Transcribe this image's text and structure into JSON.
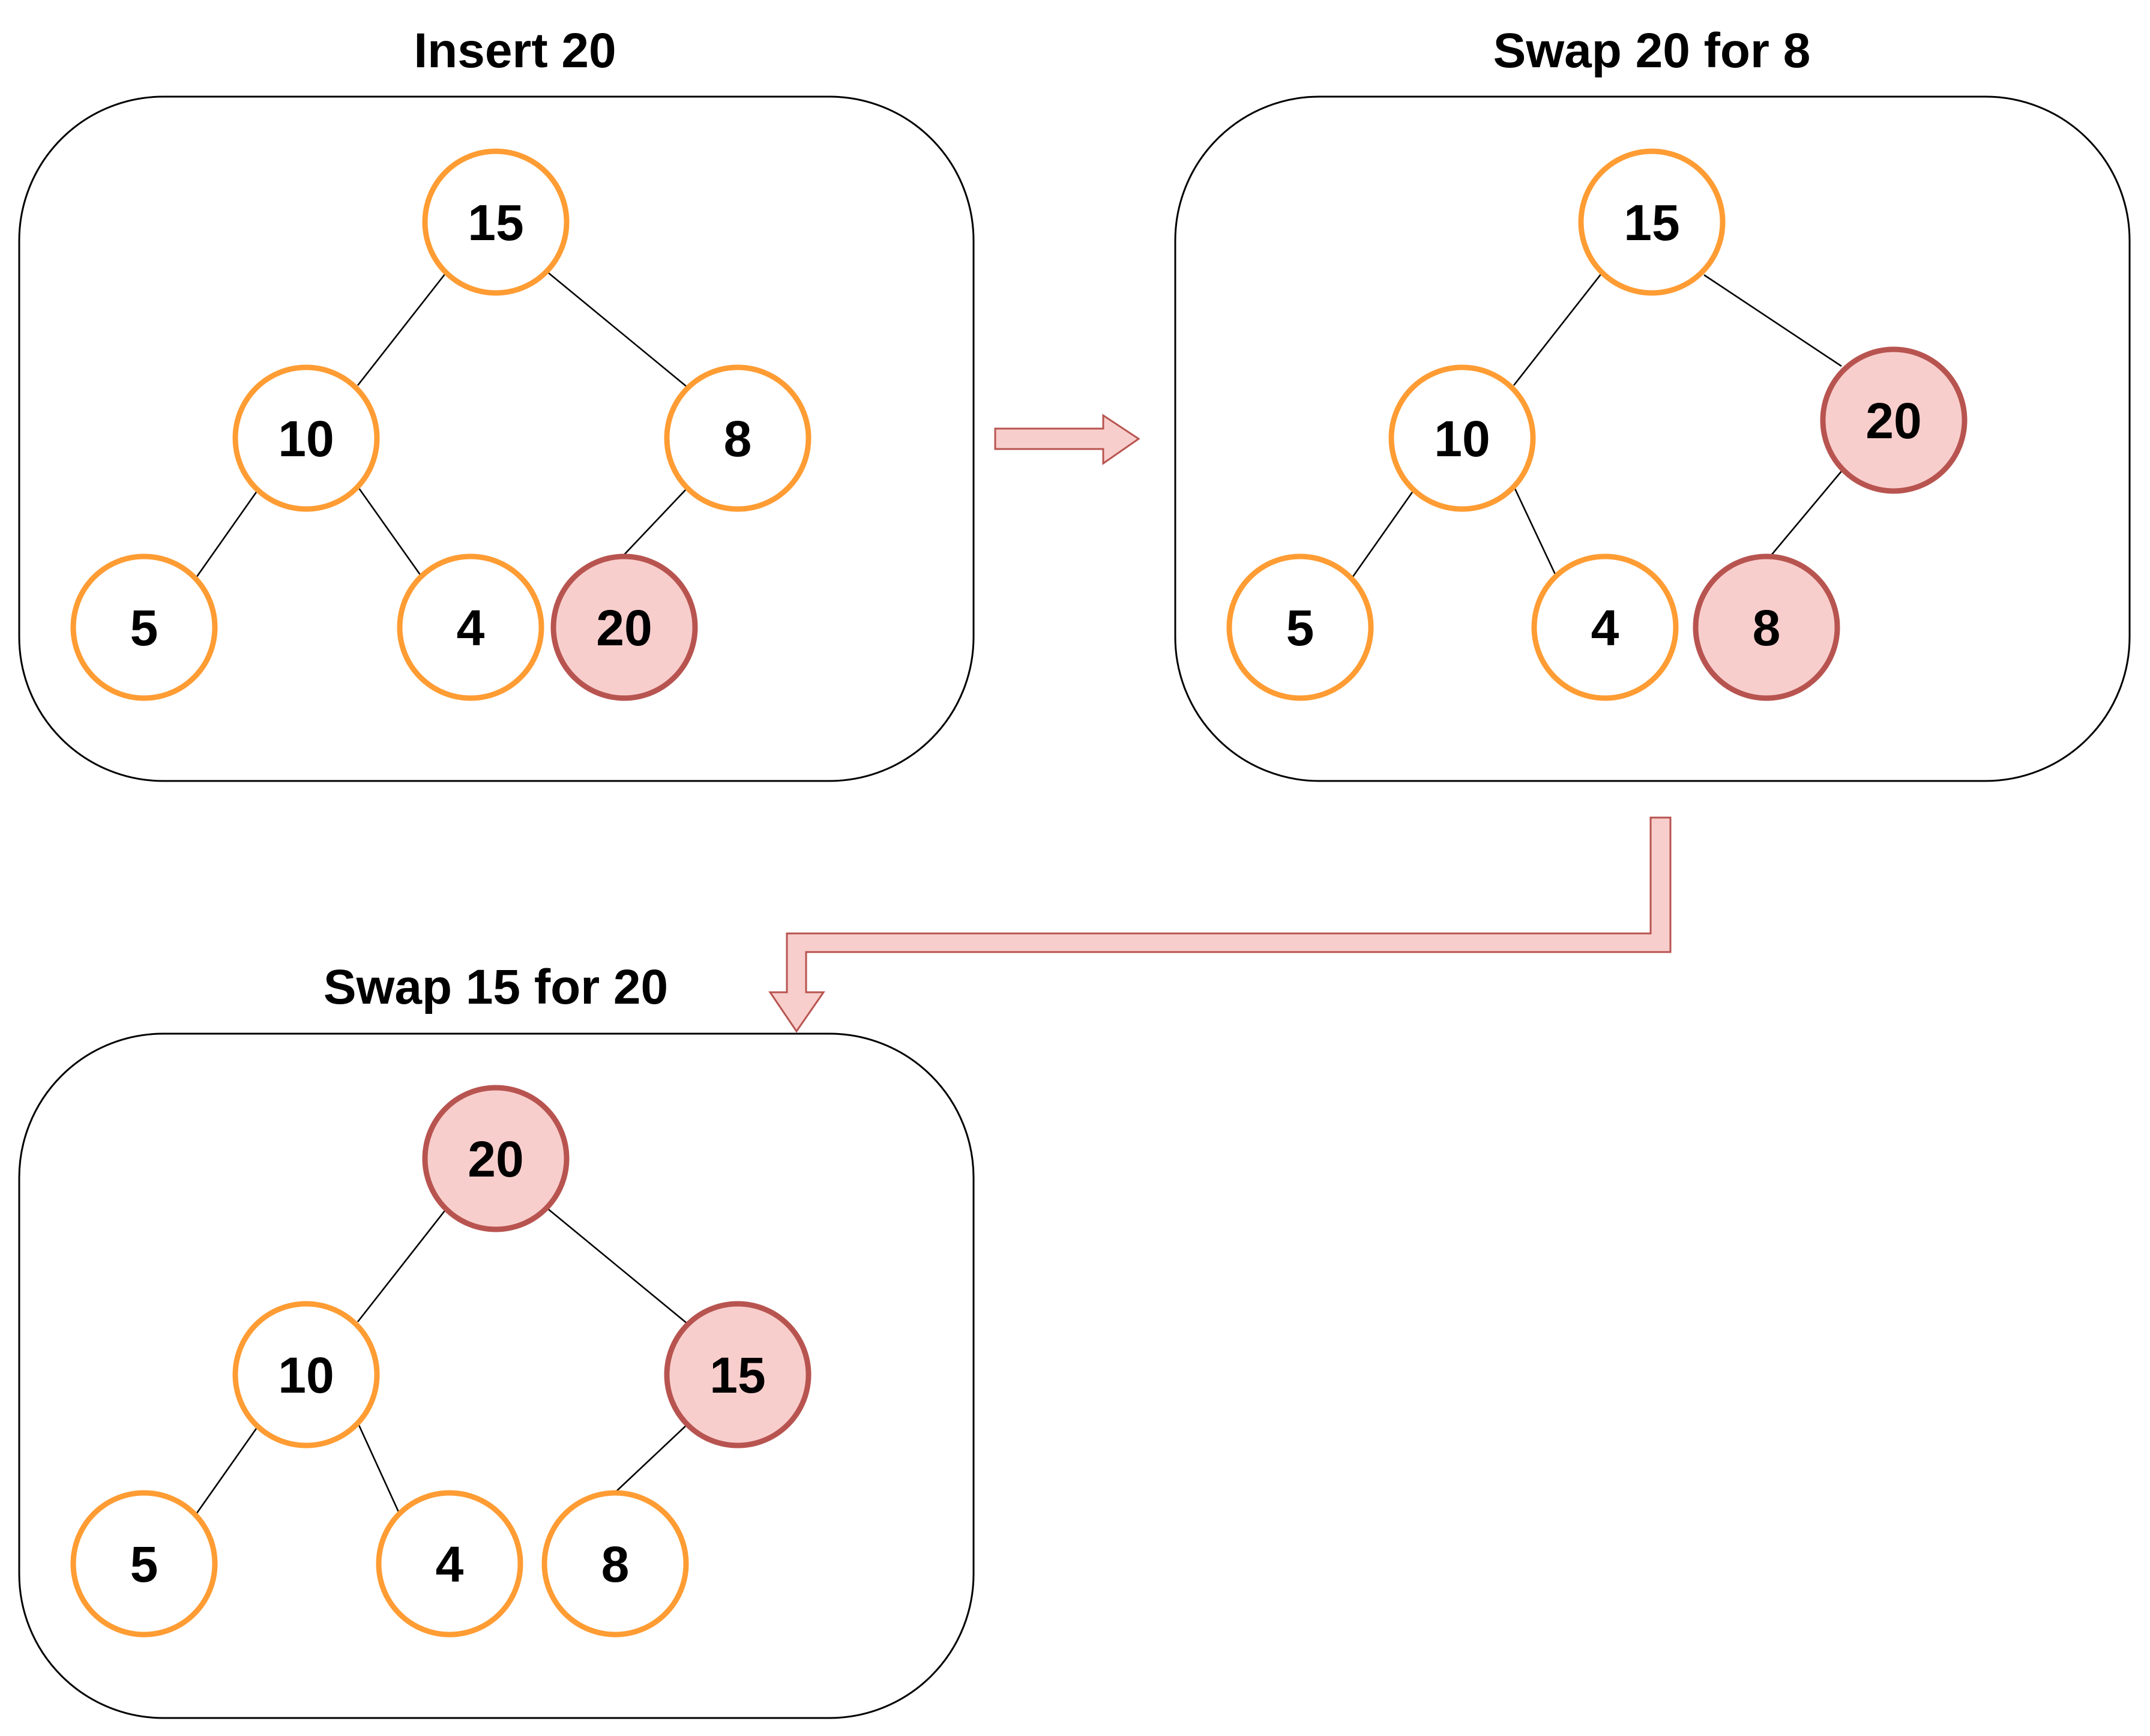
{
  "colors": {
    "node_fill": "#ffffff",
    "node_stroke": "#ff9c33",
    "highlight_fill": "#f8cecc",
    "highlight_stroke": "#b85450",
    "edge": "#000000",
    "panel_stroke": "#000000"
  },
  "panels": [
    {
      "title": "Insert 20",
      "nodes": {
        "root": {
          "value": "15",
          "highlighted": false
        },
        "left": {
          "value": "10",
          "highlighted": false
        },
        "right": {
          "value": "8",
          "highlighted": false
        },
        "left_left": {
          "value": "5",
          "highlighted": false
        },
        "left_right": {
          "value": "4",
          "highlighted": false
        },
        "right_left": {
          "value": "20",
          "highlighted": true
        }
      }
    },
    {
      "title": "Swap 20 for 8",
      "nodes": {
        "root": {
          "value": "15",
          "highlighted": false
        },
        "left": {
          "value": "10",
          "highlighted": false
        },
        "right": {
          "value": "20",
          "highlighted": true
        },
        "left_left": {
          "value": "5",
          "highlighted": false
        },
        "left_right": {
          "value": "4",
          "highlighted": false
        },
        "right_left": {
          "value": "8",
          "highlighted": true
        }
      }
    },
    {
      "title": "Swap 15 for 20",
      "nodes": {
        "root": {
          "value": "20",
          "highlighted": true
        },
        "left": {
          "value": "10",
          "highlighted": false
        },
        "right": {
          "value": "15",
          "highlighted": true
        },
        "left_left": {
          "value": "5",
          "highlighted": false
        },
        "left_right": {
          "value": "4",
          "highlighted": false
        },
        "right_left": {
          "value": "8",
          "highlighted": false
        }
      }
    }
  ]
}
